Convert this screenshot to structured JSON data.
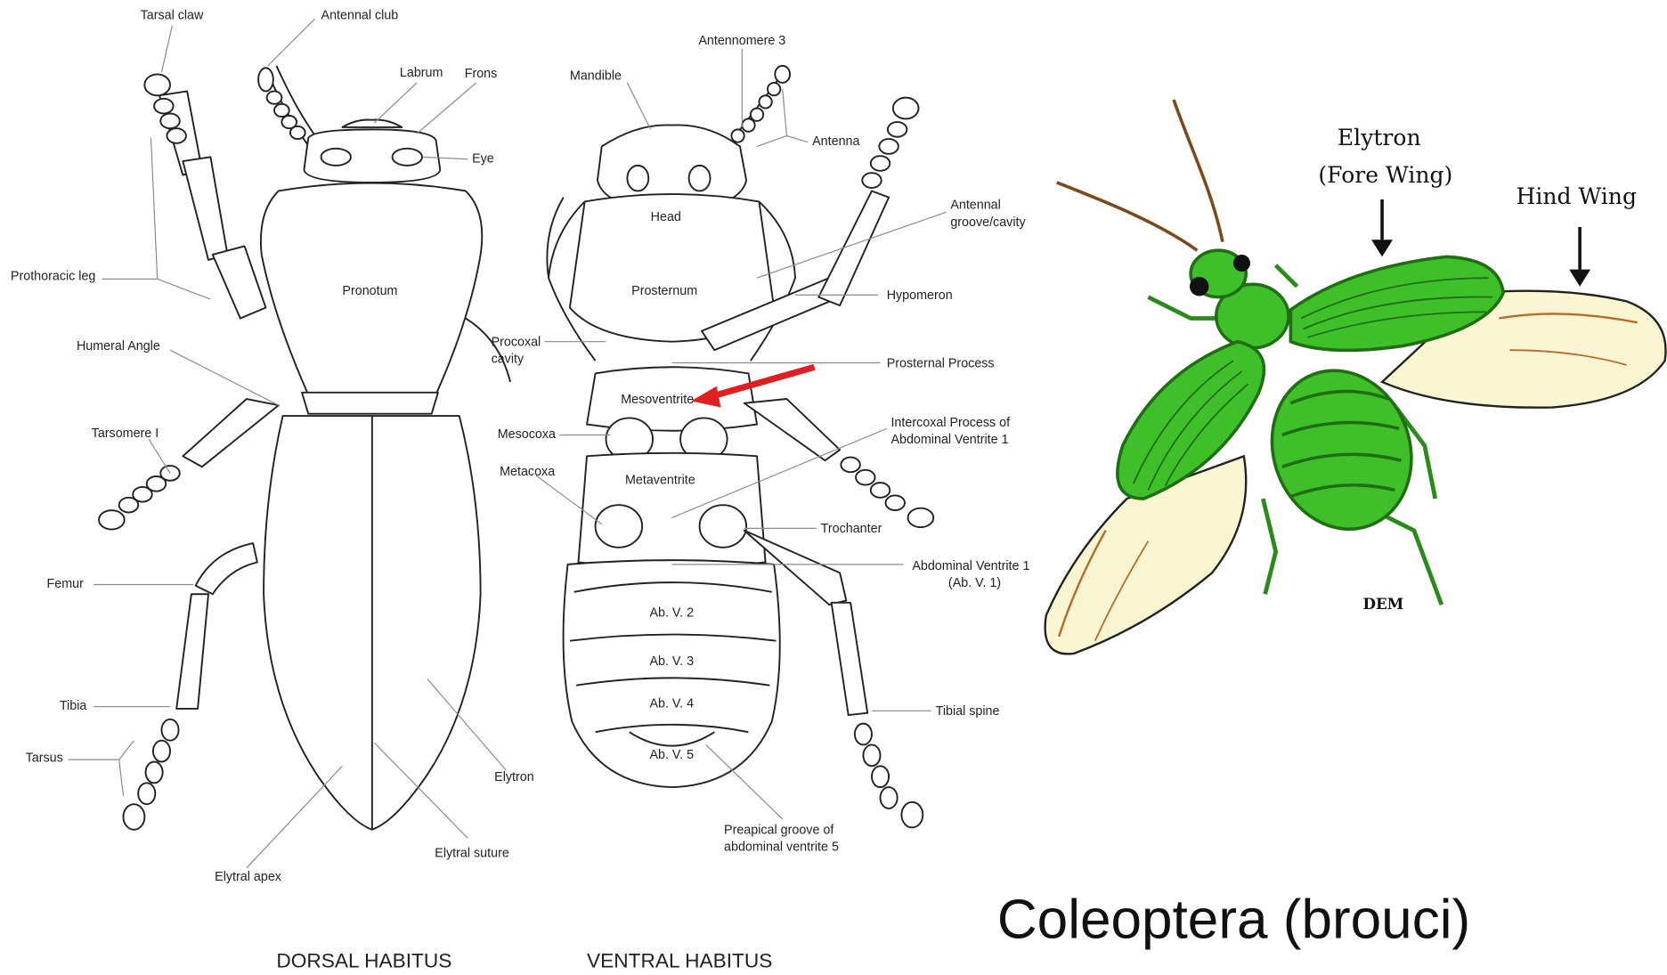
{
  "dorsal": {
    "caption": "DORSAL HABITUS",
    "labels": {
      "tarsal_claw": "Tarsal claw",
      "antennal_club": "Antennal club",
      "labrum": "Labrum",
      "frons": "Frons",
      "eye": "Eye",
      "prothoracic_leg": "Prothoracic leg",
      "pronotum": "Pronotum",
      "humeral_angle": "Humeral Angle",
      "tarsomere": "Tarsomere I",
      "femur": "Femur",
      "tibia": "Tibia",
      "tarsus": "Tarsus",
      "elytron": "Elytron",
      "elytral_suture": "Elytral suture",
      "elytral_apex": "Elytral apex"
    }
  },
  "ventral": {
    "caption": "VENTRAL HABITUS",
    "labels": {
      "antennomere": "Antennomere 3",
      "mandible": "Mandible",
      "antenna": "Antenna",
      "head": "Head",
      "antennal_groove_1": "Antennal",
      "antennal_groove_2": "groove/cavity",
      "prosternum": "Prosternum",
      "hypomeron": "Hypomeron",
      "procoxal_1": "Procoxal",
      "procoxal_2": "cavity",
      "prosternal_process": "Prosternal Process",
      "mesoventrite": "Mesoventrite",
      "intercoxal_1": "Intercoxal Process of",
      "intercoxal_2": "Abdominal Ventrite 1",
      "mesocoxa": "Mesocoxa",
      "metacoxa": "Metacoxa",
      "metaventrite": "Metaventrite",
      "trochanter": "Trochanter",
      "abv1_1": "Abdominal Ventrite 1",
      "abv1_2": "(Ab. V. 1)",
      "abv2": "Ab. V. 2",
      "abv3": "Ab. V. 3",
      "abv4": "Ab. V. 4",
      "abv5": "Ab. V. 5",
      "tibial_spine": "Tibial spine",
      "preapical_1": "Preapical groove of",
      "preapical_2": "abdominal ventrite 5"
    }
  },
  "beetle": {
    "elytron_1": "Elytron",
    "elytron_2": "(Fore Wing)",
    "hind_wing": "Hind Wing",
    "signature": "DEM"
  },
  "title": "Coleoptera (brouci)",
  "colors": {
    "arrow": "#e02020",
    "green": "#3fbf2a",
    "dark_green": "#1f6e12",
    "wing": "#fbf6d2"
  }
}
